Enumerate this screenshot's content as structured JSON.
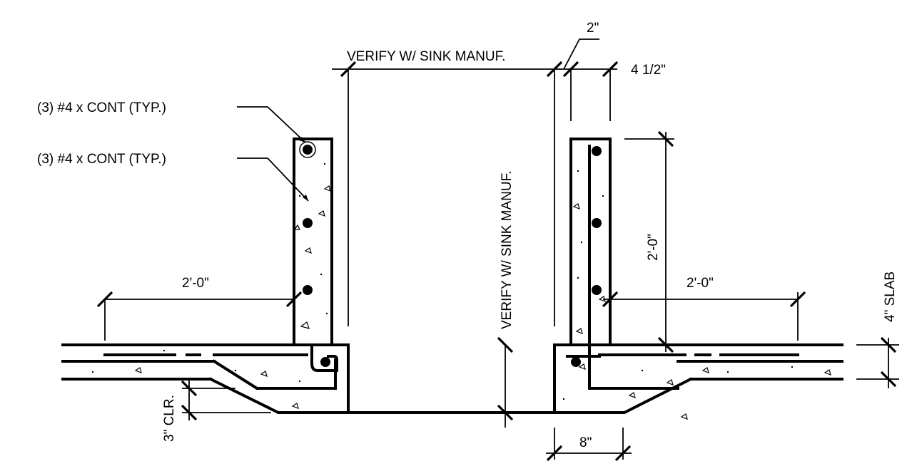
{
  "labels": {
    "rebar_callout_top": "(3) #4 x CONT (TYP.)",
    "rebar_callout_mid": "(3) #4 x CONT (TYP.)",
    "verify_horizontal": "VERIFY W/ SINK MANUF.",
    "verify_vertical": "VERIFY W/ SINK MANUF.",
    "dim_2in": "2\"",
    "dim_4_5in": "4 1/2\"",
    "dim_left_2ft": "2'-0\"",
    "dim_right_2ft": "2'-0\"",
    "dim_vertical_2ft": "2'-0\"",
    "dim_slab": "4\" SLAB",
    "dim_clear": "3\" CLR.",
    "dim_8in": "8\""
  },
  "colors": {
    "line": "#000000",
    "background": "#ffffff"
  }
}
